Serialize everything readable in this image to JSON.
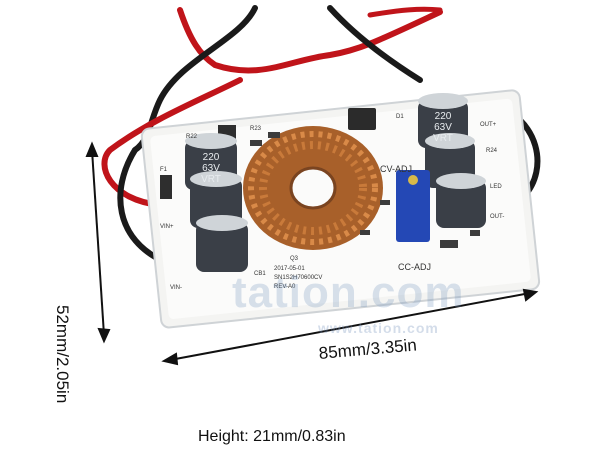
{
  "dimensions": {
    "width_label": "85mm/3.35in",
    "height_label": "52mm/2.05in",
    "thickness_label": "Height: 21mm/0.83in"
  },
  "board": {
    "silkscreen": {
      "cv_adj": "CV-ADJ",
      "cc_adj": "CC-ADJ",
      "vin_plus": "VIN+",
      "vin_minus": "VIN-",
      "out_plus": "OUT+",
      "out_minus": "OUT-",
      "fuse": "F1",
      "r22": "R22",
      "r23": "R23",
      "d1": "D1",
      "q3": "Q3",
      "r24": "R24",
      "led": "LED",
      "cb1": "CB1",
      "date_line1": "2017-05-01",
      "date_line2": "SN1S2H70600CV",
      "date_line3": "REV-A0"
    },
    "capacitor_marking": [
      "220",
      "63V",
      "VRT"
    ]
  },
  "watermark": {
    "main": "tation.com",
    "small": "www.tation.com"
  }
}
